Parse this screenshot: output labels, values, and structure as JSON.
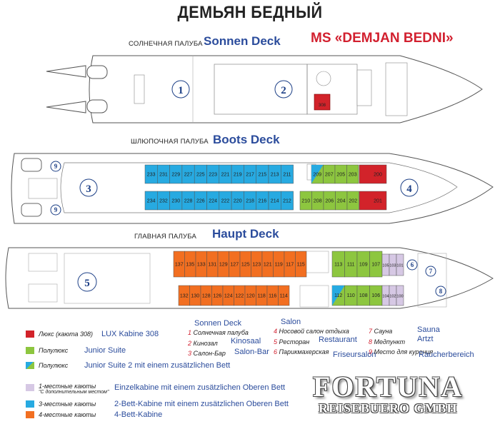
{
  "title": "ДЕМЬЯН БЕДНЫЙ",
  "ship_name": "MS «DEMJAN BEDNI»",
  "decks": [
    {
      "ru": "СОЛНЕЧНАЯ ПАЛУБА",
      "de": "Sonnen Deck"
    },
    {
      "ru": "ШЛЮПОЧНАЯ ПАЛУБА",
      "de": "Boots Deck"
    },
    {
      "ru": "ГЛАВНАЯ ПАЛУБА",
      "de": "Haupt Deck"
    }
  ],
  "sun_deck": {
    "zones": [
      "1",
      "2"
    ],
    "cabin": "308"
  },
  "boat_deck": {
    "zones": [
      "3",
      "4",
      "9",
      "9"
    ],
    "top_4bed": [
      "233",
      "231",
      "229",
      "227",
      "225",
      "223",
      "221",
      "219",
      "217",
      "215",
      "213",
      "211"
    ],
    "bottom_4bed": [
      "234",
      "232",
      "230",
      "228",
      "226",
      "224",
      "222",
      "220",
      "218",
      "216",
      "214",
      "212"
    ],
    "top_suite": [
      "209",
      "207",
      "205",
      "203"
    ],
    "bottom_suite": [
      "210",
      "208",
      "206",
      "204",
      "202"
    ],
    "top_lux": "200",
    "bottom_lux": "201"
  },
  "main_deck": {
    "zones": [
      "5",
      "6",
      "7",
      "8"
    ],
    "top_4bed": [
      "137",
      "135",
      "133",
      "131",
      "129",
      "127",
      "125",
      "123",
      "121",
      "119",
      "117",
      "115"
    ],
    "bottom_4bed": [
      "132",
      "130",
      "128",
      "126",
      "124",
      "122",
      "120",
      "118",
      "116",
      "114"
    ],
    "top_suite": [
      "113",
      "111",
      "109",
      "107"
    ],
    "bottom_suite": [
      "112",
      "110",
      "108",
      "106"
    ],
    "top_single": [
      "105",
      "103",
      "101"
    ],
    "bottom_single": [
      "104",
      "102",
      "100"
    ]
  },
  "legend": [
    {
      "ru": "Люкс (каюта 308)",
      "de": "LUX Kabine 308",
      "color": "#d2232a"
    },
    {
      "ru": "Полулюкс",
      "de": "Junior Suite",
      "color": "#8dc63f"
    },
    {
      "ru": "Полулюкс",
      "de": "Junior Suite 2 mit einem zusätzlichen Bett",
      "color": "#8dc63f",
      "color2": "#27aae1"
    },
    {
      "ru": "1-местные каюты",
      "ru2": "\"С дополнительным местом\"",
      "de": "Einzelkabine mit einem zusätzlichen Oberen Bett",
      "color": "#d6c8e4"
    },
    {
      "ru": "3-местные каюты",
      "de": "2-Bett-Kabine mit einem zusätzlichen Oberen Bett",
      "color": "#27aae1"
    },
    {
      "ru": "4-местные каюты",
      "de": "4-Bett-Kabine",
      "color": "#f26f21"
    }
  ],
  "key": [
    {
      "num": "1",
      "ru": "Солнечная палуба",
      "de": "Sonnen Deck"
    },
    {
      "num": "2",
      "ru": "Кинозал",
      "de": "Kinosaal"
    },
    {
      "num": "3",
      "ru": "Салон-Бар",
      "de": "Salon-Bar"
    },
    {
      "num": "4",
      "ru": "Носовой салон отдыха",
      "de": "Salon"
    },
    {
      "num": "5",
      "ru": "Ресторан",
      "de": "Restaurant"
    },
    {
      "num": "6",
      "ru": "Парикмахерская",
      "de": "Friseursalon"
    },
    {
      "num": "7",
      "ru": "Сауна",
      "de": "Sauna"
    },
    {
      "num": "8",
      "ru": "Медпункт",
      "de": "Artzt"
    },
    {
      "num": "9",
      "ru": "Место для курения",
      "de": "Raucherbereich"
    }
  ],
  "brand": {
    "line1": "FORTUNA",
    "line2": "REISEBUERO GMBH"
  },
  "colors": {
    "lux": "#d2232a",
    "suite": "#8dc63f",
    "triple": "#27aae1",
    "quad": "#f26f21",
    "single": "#d6c8e4",
    "label_blue": "#2b4c9c",
    "label_red": "#d2202f"
  }
}
